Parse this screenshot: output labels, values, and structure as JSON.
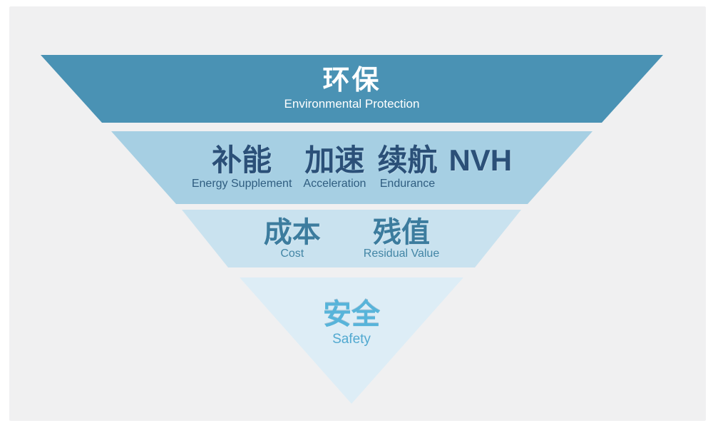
{
  "diagram": {
    "type": "inverted-pyramid",
    "topic": "vehicle attribute priority pyramid",
    "tiers": [
      {
        "level": 1,
        "fill": "#4a92b4",
        "text_color": "#ffffff",
        "labels": [
          {
            "zh": "环保",
            "en": "Environmental Protection"
          }
        ]
      },
      {
        "level": 2,
        "fill": "#a6cfe3",
        "text_color": "#2b5078",
        "labels": [
          {
            "zh": "补能",
            "en": "Energy Supplement"
          },
          {
            "zh": "加速",
            "en": "Acceleration"
          },
          {
            "zh": "续航",
            "en": "Endurance"
          },
          {
            "zh": "NVH",
            "en": ""
          }
        ]
      },
      {
        "level": 3,
        "fill": "#c9e2ef",
        "text_color": "#3c7c9e",
        "labels": [
          {
            "zh": "成本",
            "en": "Cost"
          },
          {
            "zh": "残值",
            "en": "Residual Value"
          }
        ]
      },
      {
        "level": 4,
        "fill": "#ddedf6",
        "text_color": "#57b4da",
        "labels": [
          {
            "zh": "安全",
            "en": "Safety"
          }
        ]
      }
    ]
  },
  "colors": {
    "canvas": "#ffffff",
    "panel": "#f0f0f1"
  }
}
